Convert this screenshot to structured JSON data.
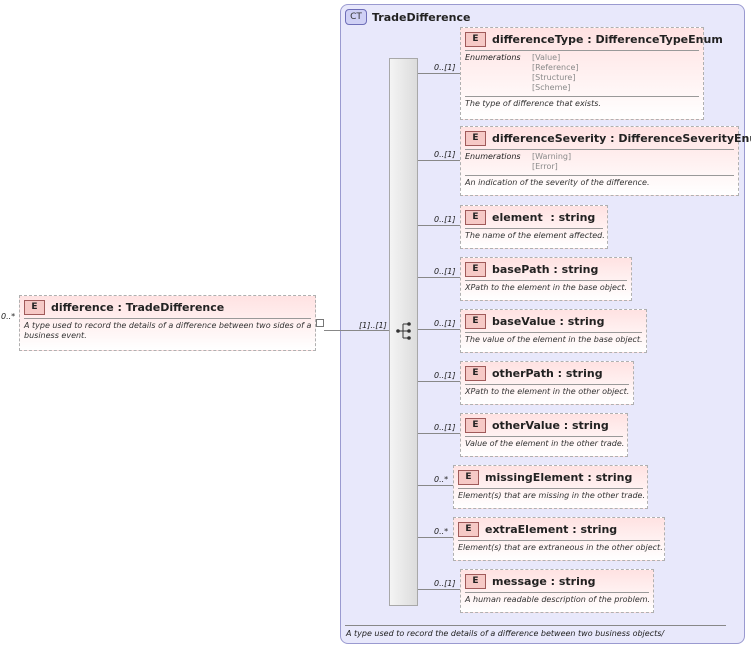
{
  "root": {
    "cardinality": "0..*",
    "badge": "E",
    "title": "difference : TradeDifference",
    "desc": "A type used to record the details of a difference between two sides of a business event."
  },
  "seq_cardinality": "[1]..[1]",
  "complex_type": {
    "badge": "CT",
    "title": "TradeDifference",
    "footer": "A type used to record the details of a difference between two business objects/"
  },
  "elements": [
    {
      "card": "0..[1]",
      "badge": "E",
      "title": "differenceType : DifferenceTypeEnum",
      "enum_label": "Enumerations",
      "enums": [
        "[Value]",
        "[Reference]",
        "[Structure]",
        "[Scheme]"
      ],
      "desc": "The type of difference that exists."
    },
    {
      "card": "0..[1]",
      "badge": "E",
      "title": "differenceSeverity : DifferenceSeverityEnum",
      "enum_label": "Enumerations",
      "enums": [
        "[Warning]",
        "[Error]"
      ],
      "desc": "An indication of the severity of the difference."
    },
    {
      "card": "0..[1]",
      "badge": "E",
      "title": "element  : string",
      "desc": "The name of the element affected."
    },
    {
      "card": "0..[1]",
      "badge": "E",
      "title": "basePath : string",
      "desc": "XPath to the element in the base object."
    },
    {
      "card": "0..[1]",
      "badge": "E",
      "title": "baseValue : string",
      "desc": "The value of the element in the base object."
    },
    {
      "card": "0..[1]",
      "badge": "E",
      "title": "otherPath : string",
      "desc": "XPath to the element in the other object."
    },
    {
      "card": "0..[1]",
      "badge": "E",
      "title": "otherValue : string",
      "desc": "Value of the element in the other trade."
    },
    {
      "card": "0..*",
      "badge": "E",
      "title": "missingElement : string",
      "desc": "Element(s) that are missing in the other trade."
    },
    {
      "card": "0..*",
      "badge": "E",
      "title": "extraElement : string",
      "desc": "Element(s) that are extraneous in the other object."
    },
    {
      "card": "0..[1]",
      "badge": "E",
      "title": "message : string",
      "desc": "A human readable description of the problem."
    }
  ]
}
